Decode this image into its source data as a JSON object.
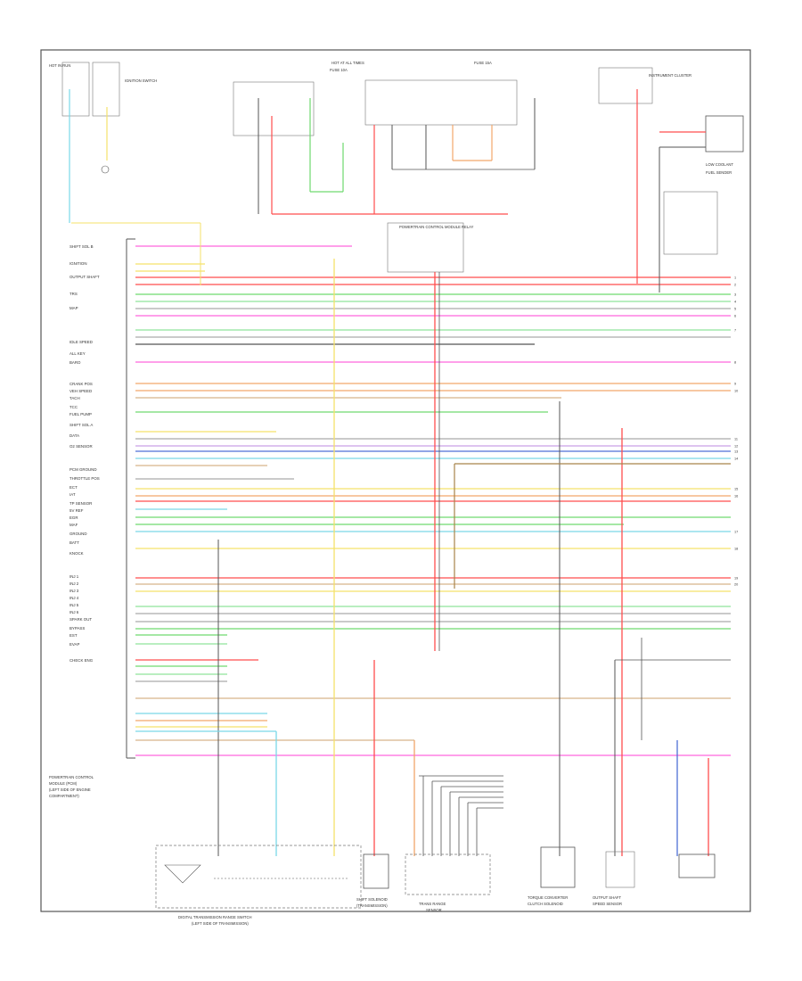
{
  "colors": {
    "border": "#555555",
    "black_wire": "#555555",
    "red": "#ff4d4d",
    "pink": "#ff66dd",
    "yellow": "#f5e26a",
    "light_green": "#8fe39a",
    "green": "#6fd96f",
    "light_blue": "#7ad8e8",
    "blue": "#4f6fd6",
    "orange": "#f2a66a",
    "tan": "#d8b48a",
    "brown": "#a8844a",
    "gray": "#aaaaaa",
    "violet": "#c9a0e6"
  },
  "diagram": {
    "left_module_labels": [
      "SHIFT SOL B",
      "IGNITION",
      "OUTPUT SHAFT",
      "TRS",
      "MAP",
      "IDLE SPEED",
      "ALL KEY",
      "BARO",
      "CRANK POS",
      "VEH SPEED",
      "TACH",
      "TCC",
      "FUEL PUMP",
      "SHIFT SOL A",
      "DATA",
      "O2 SENSOR",
      "PCM GROUND",
      "THROTTLE POS",
      "ECT",
      "IAT",
      "TP SENSOR",
      "5V REF",
      "EGR",
      "MAF",
      "GROUND",
      "BATT",
      "KNOCK",
      "INJ 1",
      "INJ 2",
      "INJ 3",
      "INJ 4",
      "INJ 5",
      "INJ 6",
      "SPARK OUT",
      "BYPASS",
      "EST",
      "EVAP",
      "CHECK ENG"
    ],
    "pcm_caption": [
      "POWERTRAIN CONTROL",
      "MODULE (PCM)",
      "(LEFT SIDE OF ENGINE",
      "COMPARTMENT)"
    ],
    "bottom_components": [
      "DIGITAL TRANSMISSION RANGE SWITCH",
      "(LEFT SIDE OF TRANSMISSION)",
      "SHIFT SOLENOID",
      "(TRANSMISSION)",
      "TORQUE CONVERTER",
      "CLUTCH SOLENOID",
      "OUTPUT SHAFT",
      "SPEED SENSOR",
      "TRANS RANGE",
      "SENSOR"
    ],
    "top_components": [
      "HOT IN RUN",
      "HOT AT ALL TIMES",
      "FUSE 10A",
      "FUSE 15A",
      "IGNITION SWITCH",
      "POWERTRAIN CONTROL MODULE RELAY",
      "FUEL SENDER",
      "LOW COOLANT",
      "INSTRUMENT CLUSTER"
    ],
    "right_pin_numbers": [
      "1",
      "2",
      "3",
      "4",
      "5",
      "6",
      "7",
      "8",
      "9",
      "10",
      "11",
      "12",
      "13",
      "14",
      "15",
      "16",
      "17",
      "18",
      "19",
      "20"
    ]
  }
}
